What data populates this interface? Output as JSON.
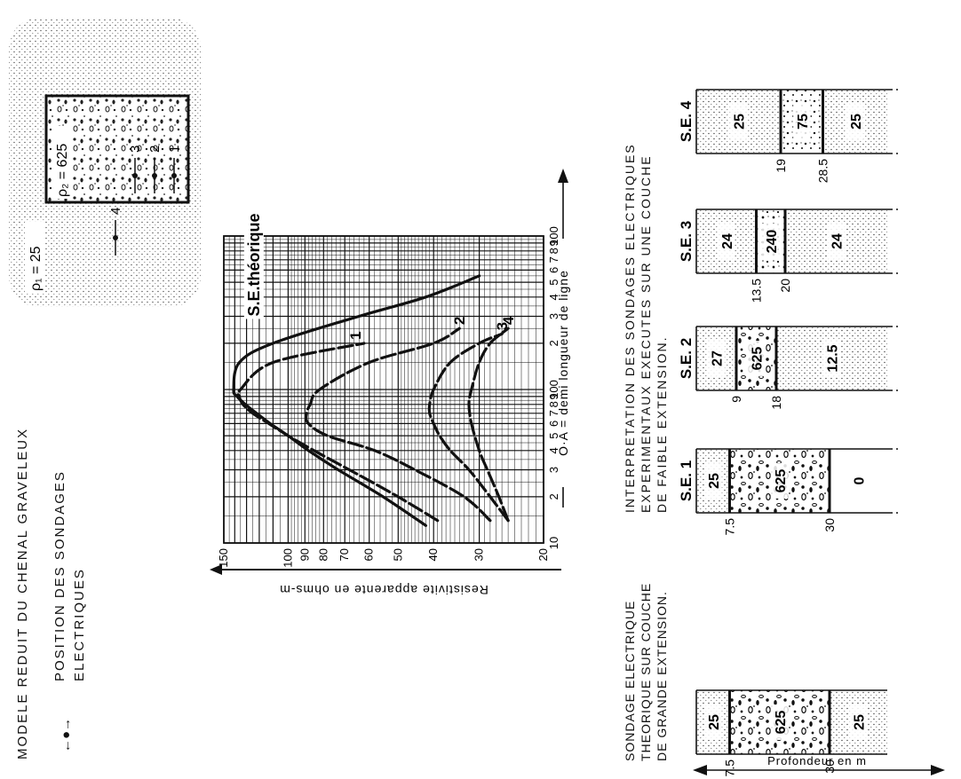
{
  "model": {
    "title": "MODELE REDUIT DU CHENAL GRAVELEUX",
    "legend_symbol": "←●→",
    "legend_line1": "POSITION DES SONDAGES",
    "legend_line2": "ELECTRIQUES",
    "rho2": "ρ₂ = 625",
    "rho1": "ρ₁ = 25",
    "positions": [
      "1",
      "2",
      "3",
      "4"
    ]
  },
  "chart_data": {
    "type": "line",
    "x_scale": "log",
    "y_scale": "log",
    "xlim": [
      10,
      1000
    ],
    "ylim": [
      20,
      150
    ],
    "xlabel": "O·A = demi longueur de ligne",
    "ylabel": "Resistivite apparente en ohms-m",
    "x_tick_labels": [
      {
        "v": 10,
        "t": "10"
      },
      {
        "v": 20,
        "t": "2"
      },
      {
        "v": 30,
        "t": "3"
      },
      {
        "v": 40,
        "t": "4"
      },
      {
        "v": 50,
        "t": "5"
      },
      {
        "v": 60,
        "t": "6"
      },
      {
        "v": 70,
        "t": "7"
      },
      {
        "v": 80,
        "t": "8"
      },
      {
        "v": 90,
        "t": "9"
      },
      {
        "v": 100,
        "t": "100"
      },
      {
        "v": 200,
        "t": "2"
      },
      {
        "v": 300,
        "t": "3"
      },
      {
        "v": 400,
        "t": "4"
      },
      {
        "v": 500,
        "t": "5"
      },
      {
        "v": 600,
        "t": "6"
      },
      {
        "v": 700,
        "t": "7"
      },
      {
        "v": 800,
        "t": "8"
      },
      {
        "v": 900,
        "t": "9"
      },
      {
        "v": 1000,
        "t": "100"
      }
    ],
    "y_tick_labels": [
      {
        "v": 20,
        "t": "20"
      },
      {
        "v": 30,
        "t": "30"
      },
      {
        "v": 40,
        "t": "40"
      },
      {
        "v": 50,
        "t": "50"
      },
      {
        "v": 60,
        "t": "60"
      },
      {
        "v": 70,
        "t": "70"
      },
      {
        "v": 80,
        "t": "80"
      },
      {
        "v": 90,
        "t": "90"
      },
      {
        "v": 100,
        "t": "100"
      },
      {
        "v": 150,
        "t": "150"
      }
    ],
    "series": [
      {
        "name": "S.E. théorique",
        "dash": false,
        "x": [
          13,
          20,
          30,
          40,
          50,
          60,
          70,
          80,
          90,
          100,
          150,
          200,
          300,
          400,
          550
        ],
        "y": [
          42,
          55,
          73,
          88,
          100,
          112,
          122,
          131,
          138,
          141,
          136,
          110,
          64,
          42,
          30
        ]
      },
      {
        "name": "1",
        "dash": true,
        "x": [
          14,
          20,
          30,
          40,
          50,
          60,
          70,
          80,
          90,
          100,
          150,
          200
        ],
        "y": [
          39,
          50,
          68,
          85,
          100,
          113,
          125,
          133,
          136,
          135,
          110,
          62
        ]
      },
      {
        "name": "2",
        "dash": true,
        "x": [
          14,
          20,
          30,
          40,
          50,
          60,
          70,
          80,
          100,
          150,
          200,
          250
        ],
        "y": [
          28,
          33,
          45,
          58,
          78,
          88,
          89,
          87,
          82,
          60,
          40,
          34
        ]
      },
      {
        "name": "3",
        "dash": true,
        "x": [
          14,
          20,
          30,
          40,
          50,
          60,
          70,
          80,
          100,
          150,
          200,
          230
        ],
        "y": [
          25,
          28,
          32,
          36,
          38.5,
          40,
          41,
          41,
          40,
          36,
          30,
          26
        ]
      },
      {
        "name": "4",
        "dash": true,
        "x": [
          14,
          20,
          30,
          40,
          60,
          80,
          100,
          150,
          200,
          250
        ],
        "y": [
          25,
          26.5,
          28.5,
          30,
          31.5,
          32,
          31.5,
          30,
          28,
          25
        ]
      }
    ],
    "curve_labels": [
      "S.E.théorique",
      "1",
      "2",
      "3",
      "4"
    ]
  },
  "interpretation": {
    "theoretical_heading": [
      "SONDAGE ELECTRIQUE",
      "THEORIQUE SUR COUCHE",
      "DE GRANDE EXTENSION."
    ],
    "experimental_heading": [
      "INTERPRETATION DES SONDAGES ELECTRIQUES",
      "EXPERIMENTAUX EXECUTES SUR UNE COUCHE",
      "DE FAIBLE EXTENSION."
    ],
    "axis_label": "Profondeur en m",
    "columns": [
      {
        "label": "",
        "values": [
          "25",
          "625",
          "25"
        ],
        "depths": [
          "7.5",
          "30"
        ],
        "d": [
          7.5,
          30
        ]
      },
      {
        "label": "S.E. 1",
        "values": [
          "25",
          "625",
          "0"
        ],
        "depths": [
          "7.5",
          "30"
        ],
        "d": [
          7.5,
          30
        ]
      },
      {
        "label": "S.E. 2",
        "values": [
          "27",
          "625",
          "12.5"
        ],
        "depths": [
          "9",
          "18"
        ],
        "d": [
          9,
          18
        ]
      },
      {
        "label": "S.E. 3",
        "values": [
          "24",
          "240",
          "24"
        ],
        "depths": [
          "13.5",
          "20"
        ],
        "d": [
          13.5,
          20
        ]
      },
      {
        "label": "S.E. 4",
        "values": [
          "25",
          "75",
          "25"
        ],
        "depths": [
          "19",
          "28.5"
        ],
        "d": [
          19,
          28.5
        ]
      }
    ]
  }
}
